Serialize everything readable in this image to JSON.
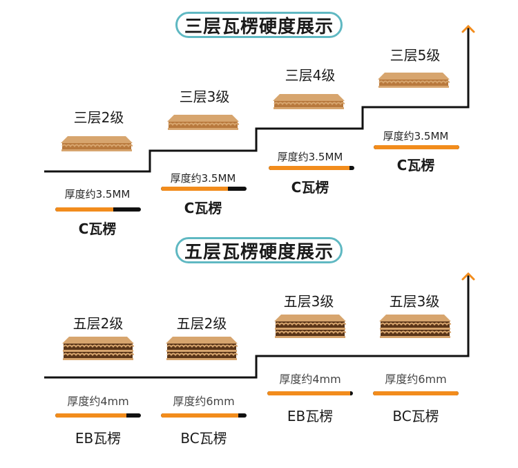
{
  "colors": {
    "accent_orange": "#f28c1c",
    "pill_border": "#5fb8c2",
    "stair_line": "#111111",
    "cardboard_top": "#d7a56e",
    "cardboard_flute": "#b8793d",
    "cardboard_dark": "#5a3518"
  },
  "sections": [
    {
      "title": "三层瓦楞硬度展示",
      "layers": 3,
      "items": [
        {
          "grade": "三层2级",
          "thickness": "厚度约3.5MM",
          "flute": "C瓦楞",
          "bar_fill_percent": 68
        },
        {
          "grade": "三层3级",
          "thickness": "厚度约3.5MM",
          "flute": "C瓦楞",
          "bar_fill_percent": 78
        },
        {
          "grade": "三层4级",
          "thickness": "厚度约3.5MM",
          "flute": "C瓦楞",
          "bar_fill_percent": 94
        },
        {
          "grade": "三层5级",
          "thickness": "厚度约3.5MM",
          "flute": "C瓦楞",
          "bar_fill_percent": 100
        }
      ]
    },
    {
      "title": "五层瓦楞硬度展示",
      "layers": 5,
      "items": [
        {
          "grade": "五层2级",
          "thickness": "厚度约4mm",
          "flute": "EB瓦楞",
          "bar_fill_percent": 83
        },
        {
          "grade": "五层2级",
          "thickness": "厚度约6mm",
          "flute": "BC瓦楞",
          "bar_fill_percent": 90
        },
        {
          "grade": "五层3级",
          "thickness": "厚度约4mm",
          "flute": "EB瓦楞",
          "bar_fill_percent": 97
        },
        {
          "grade": "五层3级",
          "thickness": "厚度约6mm",
          "flute": "BC瓦楞",
          "bar_fill_percent": 100
        }
      ]
    }
  ],
  "icons": {
    "arrow": "arrow-up-icon",
    "board": "corrugated-board-icon"
  }
}
